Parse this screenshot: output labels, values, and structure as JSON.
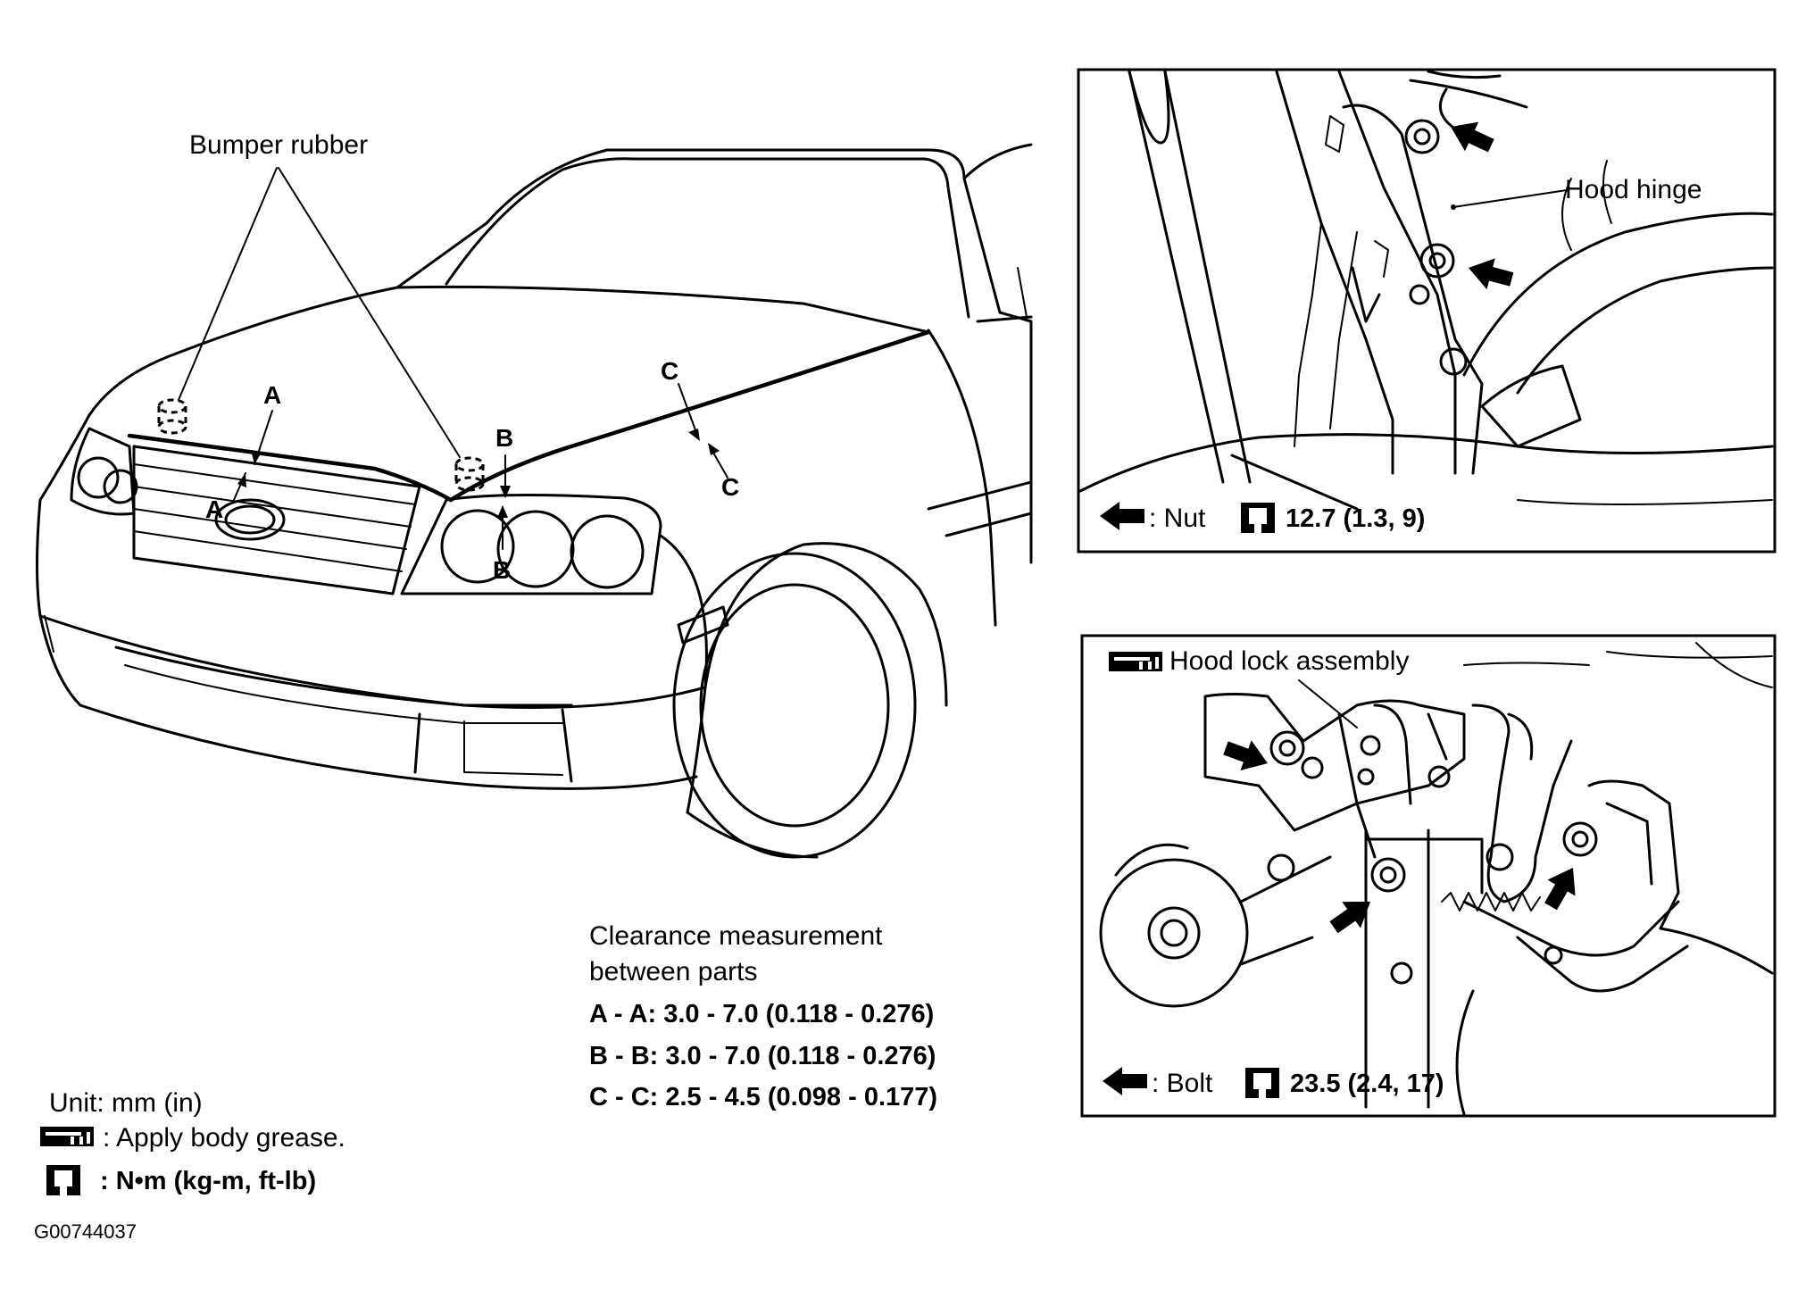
{
  "diagram": {
    "labels": {
      "bumper_rubber": "Bumper rubber",
      "a_top": "A",
      "a_bottom": "A",
      "b_top": "B",
      "b_bottom": "B",
      "c_top": "C",
      "c_bottom": "C",
      "hood_hinge": "Hood hinge",
      "hood_lock_assembly": "Hood lock assembly"
    },
    "hinge_spec": {
      "part": ": Nut",
      "torque": "12.7 (1.3, 9)"
    },
    "lock_spec": {
      "part": ": Bolt",
      "torque": "23.5 (2.4, 17)"
    },
    "clearance": {
      "title_line1": "Clearance measurement",
      "title_line2": "between parts",
      "rows": [
        "A - A: 3.0 - 7.0 (0.118 - 0.276)",
        "B - B: 3.0 - 7.0 (0.118 - 0.276)",
        "C - C: 2.5 - 4.5 (0.098 - 0.177)"
      ]
    },
    "legend": {
      "unit": "Unit: mm (in)",
      "grease": ": Apply body grease.",
      "torque_unit": ": N•m (kg-m, ft-lb)"
    },
    "figure_id": "G00744037"
  },
  "colors": {
    "ink": "#000000",
    "paper": "#ffffff"
  },
  "icons": [
    "grease-icon",
    "torque-wrench-icon",
    "arrow-left-icon",
    "bold-arrow-icon"
  ]
}
